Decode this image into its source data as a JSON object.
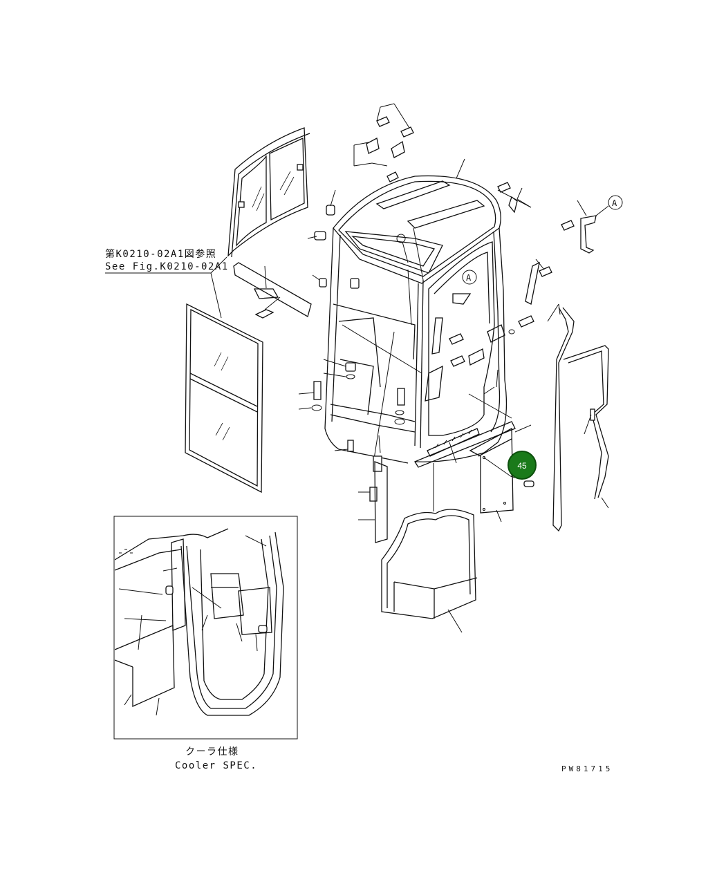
{
  "reference_note": {
    "line_jp": "第K0210-02A1図参照",
    "line_en": "See Fig.K0210-02A1"
  },
  "callouts": {
    "a1": "A",
    "a2": "A",
    "marker": "45"
  },
  "inset": {
    "caption_jp": "クーラ仕様",
    "caption_en": "Cooler SPEC."
  },
  "drawing_id": "PW81715",
  "colors": {
    "line": "#111111",
    "marker_fill": "#1a7a1a",
    "marker_ring": "#0c4f0c",
    "background": "#ffffff"
  }
}
